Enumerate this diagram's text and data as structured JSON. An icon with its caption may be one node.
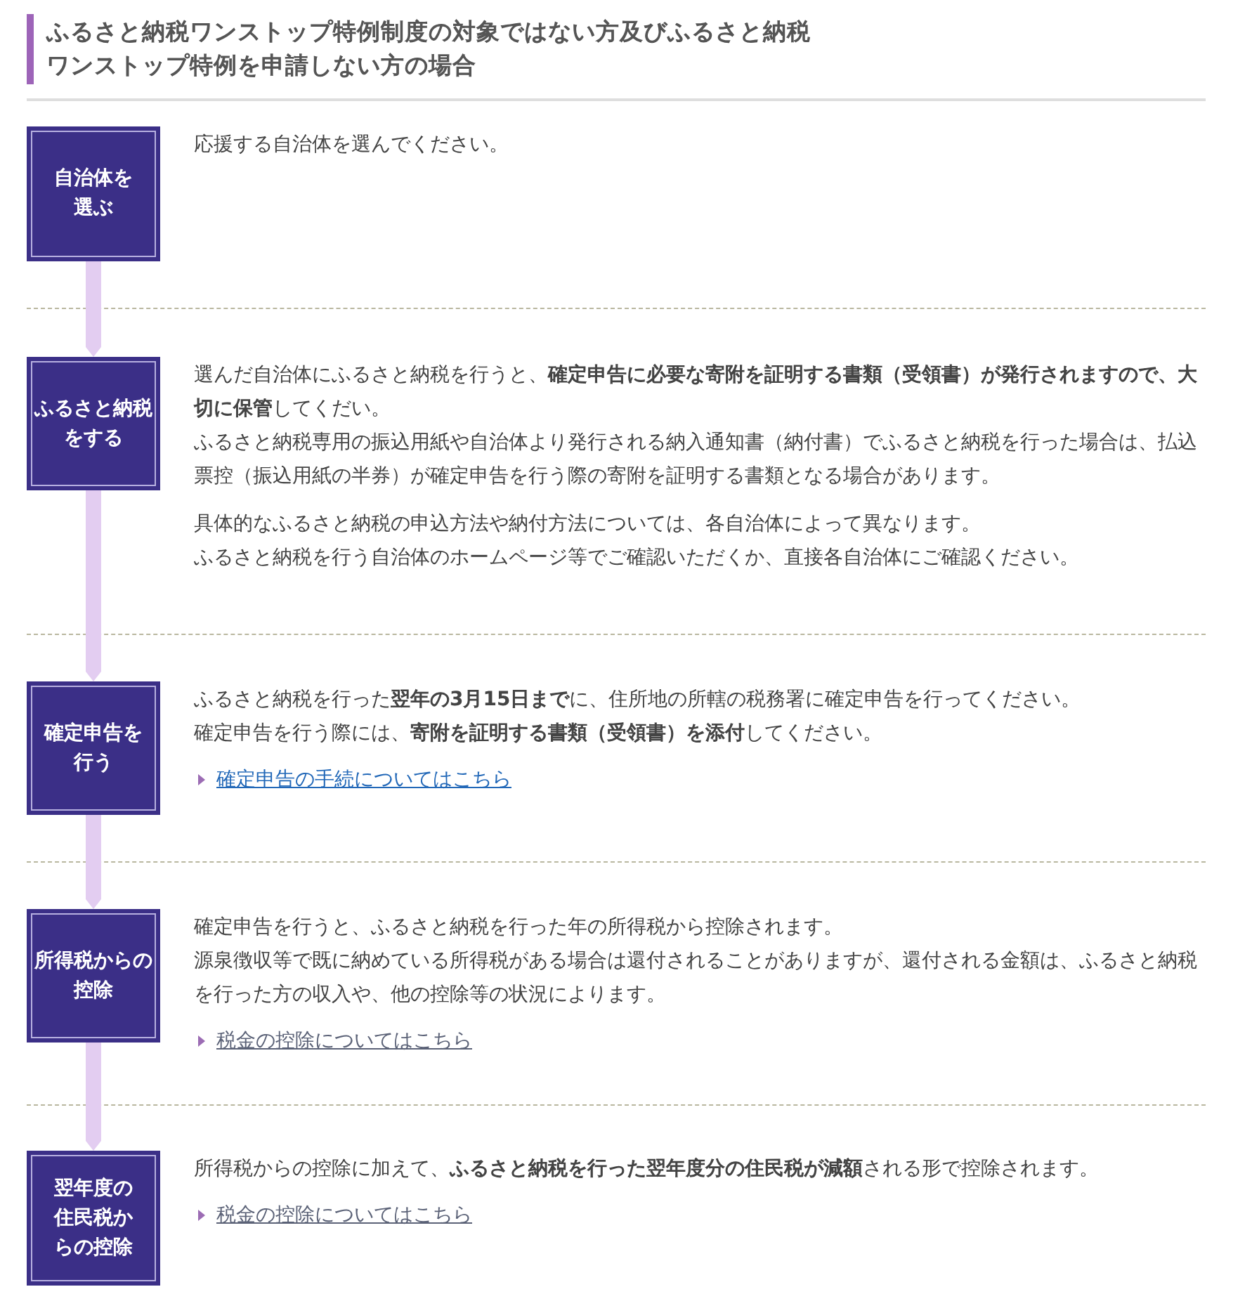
{
  "diagram": {
    "title": "ふるさと納税ワンストップ特例制度の対象ではない方及びふるさと納税ワンストップ特例を申請しない方の場合",
    "nodes": [
      {
        "text": [
          "自治体を選ぶ"
        ],
        "beside": [
          "応援する自治体を選んでください。"
        ]
      },
      {
        "text": [
          "ふるさと納税をする"
        ],
        "beside": [
          "選んだ自治体にふるさと納税を行うと、**確定申告に必要な寄附を証明する書類（受領書）が発行されますので、大切に保管**してくだい。",
          "ふるさと納税専用の振込用紙や自治体より発行される納入通知書（納付書）でふるさと納税を行った場合は、払込票控（振込用紙の半券）が確定申告を行う際の寄附を証明する書類となる場合があります。",
          "具体的なふるさと納税の申込方法や納付方法については、各自治体によって異なります。",
          "ふるさと納税を行う自治体のホームページ等でご確認いただくか、直接各自治体にご確認ください。"
        ]
      },
      {
        "text": [
          "確定申告を行う"
        ],
        "beside": [
          "ふるさと納税を行った**翌年の3月15日まで**に、住所地の所轄の税務署に確定申告を行ってください。",
          "確定申告を行う際には、**寄附を証明する書類（受領書）を添付**してください。"
        ]
      },
      {
        "text": [
          "所得税からの控除"
        ],
        "beside": [
          "確定申告を行うと、ふるさと納税を行った年の所得税から控除されます。",
          "源泉徴収等で既に納めている所得税がある場合は還付されることがありますが、還付される金額は、ふるさと納税を行った方の収入や、他の控除等の状況によります。"
        ]
      },
      {
        "text": [
          "翌年度の住民税からの控除"
        ],
        "beside": [
          "所得税からの控除に加えて、**ふるさと納税を行った翌年度分の住民税が減額**される形で控除されます。"
        ]
      }
    ],
    "edges": [
      {
        "from": 0,
        "to": 1,
        "arrow": "to"
      },
      {
        "from": 1,
        "to": 2,
        "arrow": "to"
      },
      {
        "from": 2,
        "to": 3,
        "arrow": "to"
      },
      {
        "from": 3,
        "to": 4,
        "arrow": "to"
      }
    ],
    "labels": [
      "確定申告の手続についてはこちら",
      "税金の控除についてはこちら",
      "税金の控除についてはこちら"
    ]
  }
}
